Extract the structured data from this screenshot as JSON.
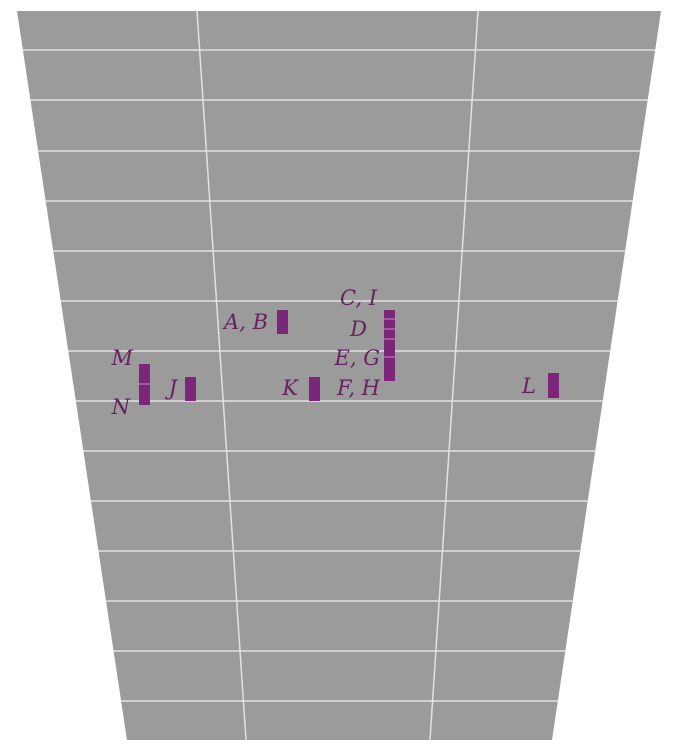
{
  "colors": {
    "background": "#ffffff",
    "floor": "#9b9b9b",
    "grid": "#e2e2e2",
    "marker": "#7c2679",
    "marker_divider": "#c58fc2",
    "label": "#64235f"
  },
  "labels": {
    "ab": "A, B",
    "ci": "C, I",
    "d": "D",
    "eg": "E, G",
    "fh": "F, H",
    "j": "J",
    "k": "K",
    "l": "L",
    "m": "M",
    "n": "N"
  }
}
